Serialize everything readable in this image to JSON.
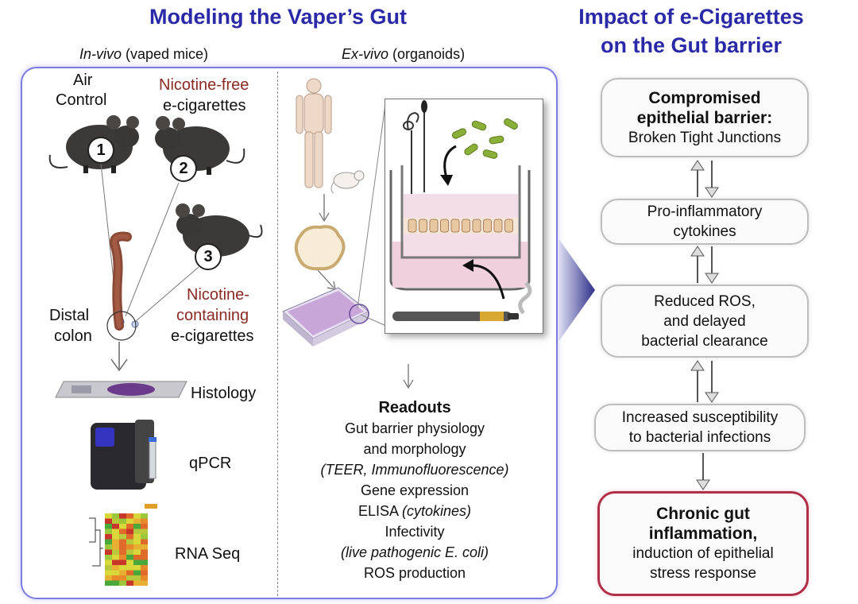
{
  "left_title": "Modeling the Vaper’s Gut",
  "right_title_line1": "Impact of e-Cigarettes",
  "right_title_line2": "on the Gut barrier",
  "invivo": {
    "italic": "In-vivo",
    "rest": " (vaped mice)"
  },
  "exvivo": {
    "italic": "Ex-vivo",
    "rest": " (organoids)"
  },
  "mice": {
    "air_control_1": "Air",
    "air_control_2": "Control",
    "nic_free_1": "Nicotine-free",
    "nic_free_2": "e-cigarettes",
    "nic_cont_1": "Nicotine-",
    "nic_cont_2": "containing",
    "nic_cont_3": "e-cigarettes",
    "n1": "1",
    "n2": "2",
    "n3": "3"
  },
  "distal_1": "Distal",
  "distal_2": "colon",
  "methods": {
    "histology": "Histology",
    "qpcr": "qPCR",
    "rnaseq": "RNA Seq"
  },
  "readouts": {
    "heading": "Readouts",
    "l1": "Gut barrier physiology",
    "l2": "and morphology",
    "l3": "(TEER, Immunofluorescence)",
    "l4": "Gene expression",
    "l5_a": "ELISA ",
    "l5_b": "(cytokines)",
    "l6": "Infectivity",
    "l7": "(live pathogenic E. coli)",
    "l8": "ROS production"
  },
  "impact": {
    "box1_bold1": "Compromised",
    "box1_bold2": "epithelial barrier:",
    "box1_text": "Broken Tight Junctions",
    "box2_l1": "Pro-inflammatory",
    "box2_l2": "cytokines",
    "box3_l1": "Reduced ROS,",
    "box3_l2": "and delayed",
    "box3_l3": "bacterial clearance",
    "box4_l1": "Increased susceptibility",
    "box4_l2": "to bacterial infections",
    "box5_bold1": "Chronic gut",
    "box5_bold2": "inflammation,",
    "box5_l1": "induction of epithelial",
    "box5_l2": "stress response"
  },
  "colors": {
    "title": "#2a2aa8",
    "panel_border": "#7c7ce0",
    "red_box": "#b0304a",
    "big_arrow": "#2e2e8a"
  }
}
